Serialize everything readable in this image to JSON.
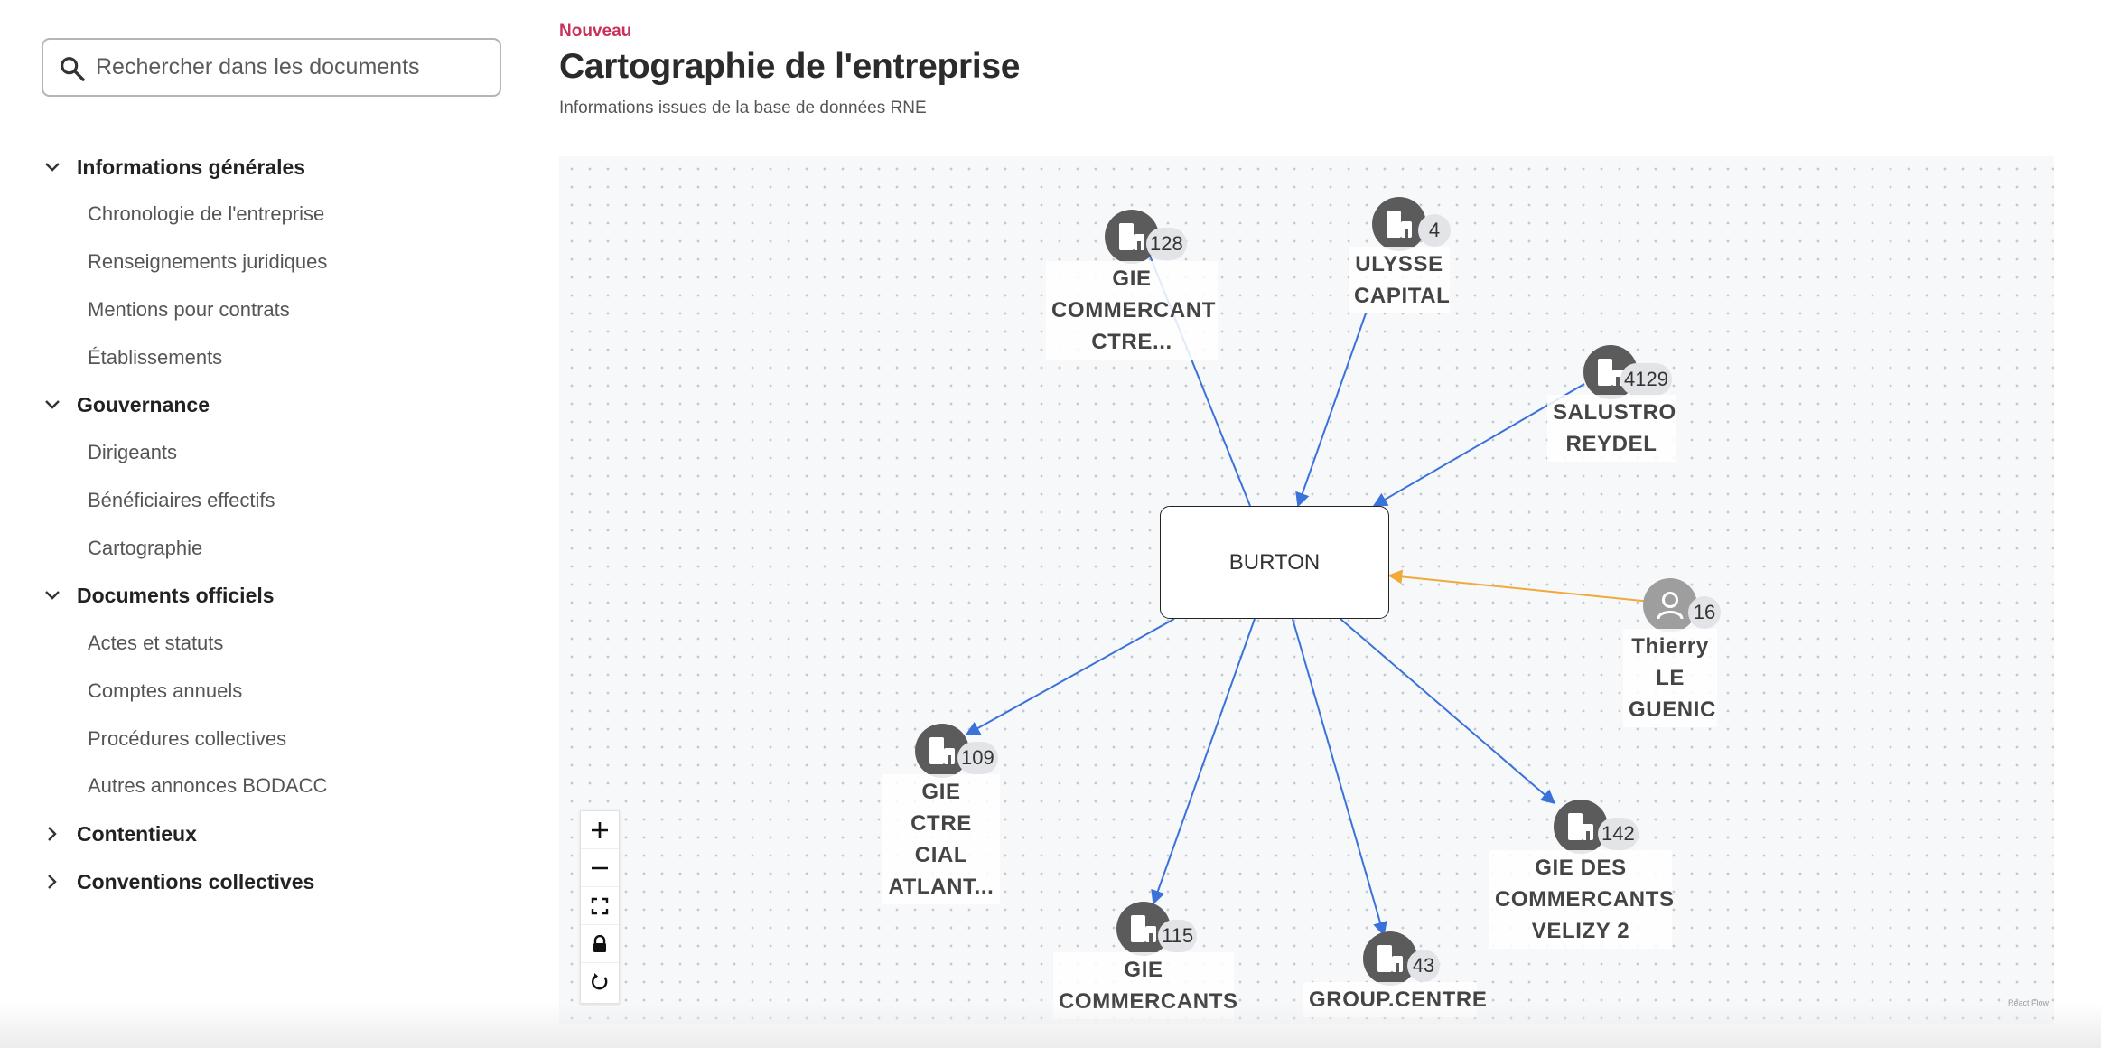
{
  "sidebar": {
    "search_placeholder": "Rechercher dans les documents",
    "sections": [
      {
        "label": "Informations générales",
        "expanded": true,
        "items": [
          "Chronologie de l'entreprise",
          "Renseignements juridiques",
          "Mentions pour contrats",
          "Établissements"
        ]
      },
      {
        "label": "Gouvernance",
        "expanded": true,
        "items": [
          "Dirigeants",
          "Bénéficiaires effectifs",
          "Cartographie"
        ]
      },
      {
        "label": "Documents officiels",
        "expanded": true,
        "items": [
          "Actes et statuts",
          "Comptes annuels",
          "Procédures collectives",
          "Autres annonces BODACC"
        ]
      },
      {
        "label": "Contentieux",
        "expanded": false,
        "items": []
      },
      {
        "label": "Conventions collectives",
        "expanded": false,
        "items": []
      }
    ]
  },
  "header": {
    "badge": "Nouveau",
    "title": "Cartographie de l'entreprise",
    "subtitle": "Informations issues de la base de données RNE"
  },
  "graph": {
    "center": "BURTON",
    "nodes": [
      {
        "label_lines": [
          "GIE",
          "COMMERCANT",
          "CTRE..."
        ],
        "count": "128",
        "kind": "company"
      },
      {
        "label_lines": [
          "ULYSSE",
          "CAPITAL"
        ],
        "count": "4",
        "kind": "company"
      },
      {
        "label_lines": [
          "SALUSTRO",
          "REYDEL"
        ],
        "count": "4129",
        "kind": "company"
      },
      {
        "label_lines": [
          "Thierry",
          "LE",
          "GUENIC"
        ],
        "count": "16",
        "kind": "person"
      },
      {
        "label_lines": [
          "GIE DES",
          "COMMERCANTS",
          "VELIZY 2"
        ],
        "count": "142",
        "kind": "company"
      },
      {
        "label_lines": [
          "GROUP.CENTRE"
        ],
        "count": "43",
        "kind": "company"
      },
      {
        "label_lines": [
          "GIE",
          "COMMERCANTS"
        ],
        "count": "115",
        "kind": "company"
      },
      {
        "label_lines": [
          "GIE CTRE",
          "CIAL",
          "ATLANT..."
        ],
        "count": "109",
        "kind": "company"
      }
    ],
    "edge_colors": {
      "company": "#3b72d9",
      "person": "#f0a93a"
    },
    "controls": [
      "zoom-in",
      "zoom-out",
      "fit-view",
      "lock",
      "reset"
    ],
    "attribution": "React Flow"
  }
}
